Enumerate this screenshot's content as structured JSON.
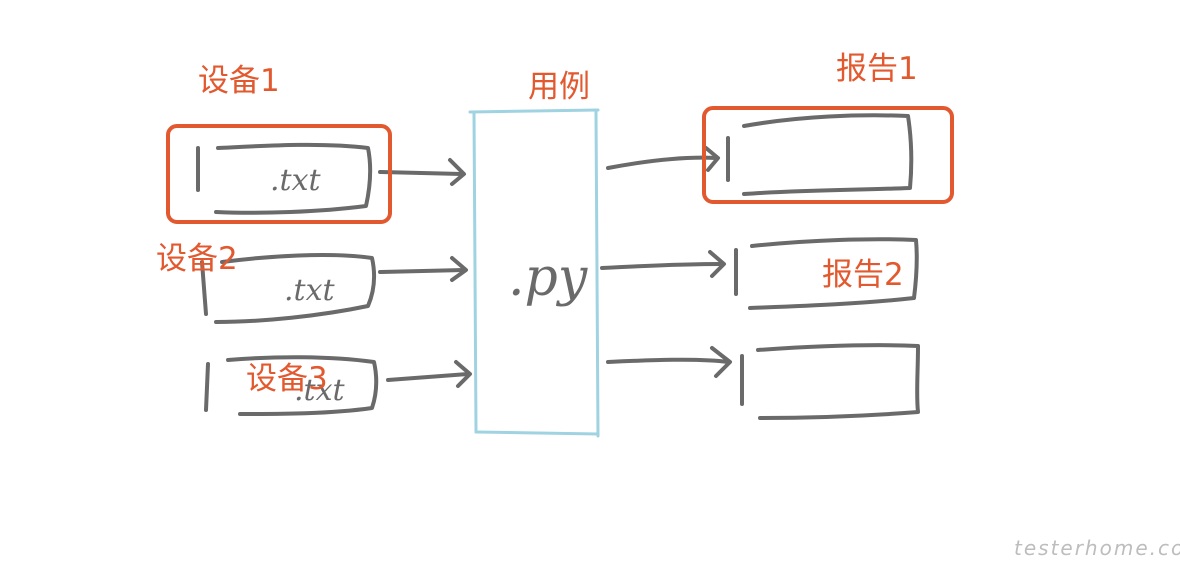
{
  "colors": {
    "sketch": "#6a6a6a",
    "highlight": "#e2592f",
    "usecase_box": "#9fd3e2",
    "label": "#e2592f",
    "watermark": "#bdbdbd"
  },
  "devices": [
    {
      "label": "设备1",
      "file": ".txt",
      "highlighted": true
    },
    {
      "label": "设备2",
      "file": ".txt",
      "highlighted": false
    },
    {
      "label": "设备3",
      "file": ".txt",
      "highlighted": false
    }
  ],
  "usecase": {
    "label": "用例",
    "script": ".py"
  },
  "reports": [
    {
      "label": "报告1",
      "highlighted": true
    },
    {
      "label": "报告2",
      "highlighted": false
    },
    {
      "label": "",
      "highlighted": false
    }
  ],
  "watermark": "testerhome.com"
}
